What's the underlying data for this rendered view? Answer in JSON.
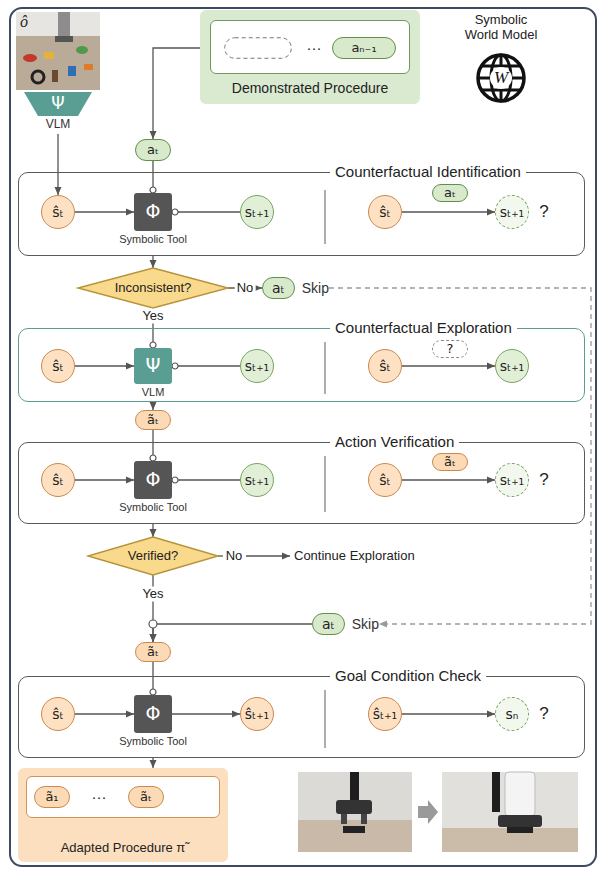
{
  "diagram": {
    "nodes": [
      {
        "text": [
          "Ψ",
          "VLM"
        ]
      },
      {
        "text": [
          "Demonstrated Procedure"
        ]
      },
      {
        "text": [
          "aₙ₋₁"
        ],
        "in": 1
      },
      {
        "text": [
          "Symbolic World Model",
          "W"
        ]
      },
      {
        "text": [
          "aₜ"
        ]
      },
      {
        "text": [
          "Counterfactual Identification"
        ]
      },
      {
        "text": [
          "ŝₜ"
        ],
        "in": 5
      },
      {
        "text": [
          "Φ",
          "Symbolic Tool"
        ],
        "in": 5
      },
      {
        "text": [
          "sₜ₊₁"
        ],
        "in": 5
      },
      {
        "text": [
          "ŝₜ"
        ],
        "in": 5
      },
      {
        "text": [
          "aₜ"
        ],
        "in": 5
      },
      {
        "text": [
          "sₜ₊₁"
        ],
        "in": 5
      },
      {
        "text": [
          "Inconsistent?"
        ]
      },
      {
        "text": [
          "aₜ",
          "Skip"
        ]
      },
      {
        "text": [
          "Counterfactual Exploration"
        ]
      },
      {
        "text": [
          "ŝₜ"
        ],
        "in": 14
      },
      {
        "text": [
          "Ψ",
          "VLM"
        ],
        "in": 14
      },
      {
        "text": [
          "sₜ₊₁"
        ],
        "in": 14
      },
      {
        "text": [
          "ŝₜ"
        ],
        "in": 14
      },
      {
        "text": [
          "?"
        ],
        "in": 14
      },
      {
        "text": [
          "sₜ₊₁"
        ],
        "in": 14
      },
      {
        "text": [
          "ãₜ"
        ]
      },
      {
        "text": [
          "Action Verification"
        ]
      },
      {
        "text": [
          "ŝₜ"
        ],
        "in": 22
      },
      {
        "text": [
          "Φ",
          "Symbolic Tool"
        ],
        "in": 22
      },
      {
        "text": [
          "sₜ₊₁"
        ],
        "in": 22
      },
      {
        "text": [
          "ŝₜ"
        ],
        "in": 22
      },
      {
        "text": [
          "ãₜ"
        ],
        "in": 22
      },
      {
        "text": [
          "sₜ₊₁"
        ],
        "in": 22
      },
      {
        "text": [
          "Verified?"
        ]
      },
      {
        "text": [
          "aₜ",
          "Skip"
        ]
      },
      {
        "text": [
          "ãₜ"
        ]
      },
      {
        "text": [
          "Goal Condition Check"
        ]
      },
      {
        "text": [
          "ŝₜ"
        ],
        "in": 32
      },
      {
        "text": [
          "Φ",
          "Symbolic Tool"
        ],
        "in": 32
      },
      {
        "text": [
          "ŝₜ₊₁"
        ],
        "in": 32
      },
      {
        "text": [
          "ŝₜ₊₁"
        ],
        "in": 32
      },
      {
        "text": [
          "sₙ"
        ],
        "in": 32
      },
      {
        "text": [
          "Adapted Procedure π̃"
        ]
      },
      {
        "text": [
          "ã₁"
        ],
        "in": 38
      },
      {
        "text": [
          "ãₜ"
        ],
        "in": 38
      }
    ],
    "edges": [
      {
        "from": 1,
        "to": 4,
        "arrow": "to"
      },
      {
        "from": 0,
        "to": 6,
        "arrow": "to"
      },
      {
        "from": 4,
        "to": 7,
        "arrow": "to"
      },
      {
        "from": 6,
        "to": 7,
        "arrow": "to"
      },
      {
        "from": 8,
        "to": 7,
        "arrow": "to"
      },
      {
        "from": 9,
        "to": 11,
        "arrow": "to"
      },
      {
        "from": 5,
        "to": 12,
        "arrow": "to"
      },
      {
        "from": 12,
        "to": 13,
        "label": "No",
        "arrow": "to"
      },
      {
        "from": 12,
        "to": 16,
        "label": "Yes",
        "arrow": "to"
      },
      {
        "from": 15,
        "to": 16,
        "arrow": "to"
      },
      {
        "from": 17,
        "to": 16,
        "arrow": "to"
      },
      {
        "from": 18,
        "to": 20,
        "arrow": "to"
      },
      {
        "from": 14,
        "to": 21,
        "arrow": "to"
      },
      {
        "from": 21,
        "to": 24,
        "arrow": "to"
      },
      {
        "from": 23,
        "to": 24,
        "arrow": "to"
      },
      {
        "from": 25,
        "to": 24,
        "arrow": "to"
      },
      {
        "from": 26,
        "to": 28,
        "arrow": "to"
      },
      {
        "from": 22,
        "to": 29,
        "arrow": "to"
      },
      {
        "from": 13,
        "to": 30,
        "arrow": "to"
      },
      {
        "from": 29,
        "to": 31,
        "label": "Yes",
        "arrow": "to"
      },
      {
        "from": 30,
        "to": 31,
        "arrow": "to"
      },
      {
        "from": 31,
        "to": 34,
        "arrow": "to"
      },
      {
        "from": 33,
        "to": 34,
        "arrow": "to"
      },
      {
        "from": 34,
        "to": 35,
        "arrow": "to"
      },
      {
        "from": 36,
        "to": 37,
        "arrow": "to"
      },
      {
        "from": 32,
        "to": 38,
        "arrow": "to"
      }
    ],
    "labels": [
      "ô",
      "···",
      "?",
      "?",
      "No",
      "Continue Exploration",
      "?",
      "···"
    ]
  }
}
